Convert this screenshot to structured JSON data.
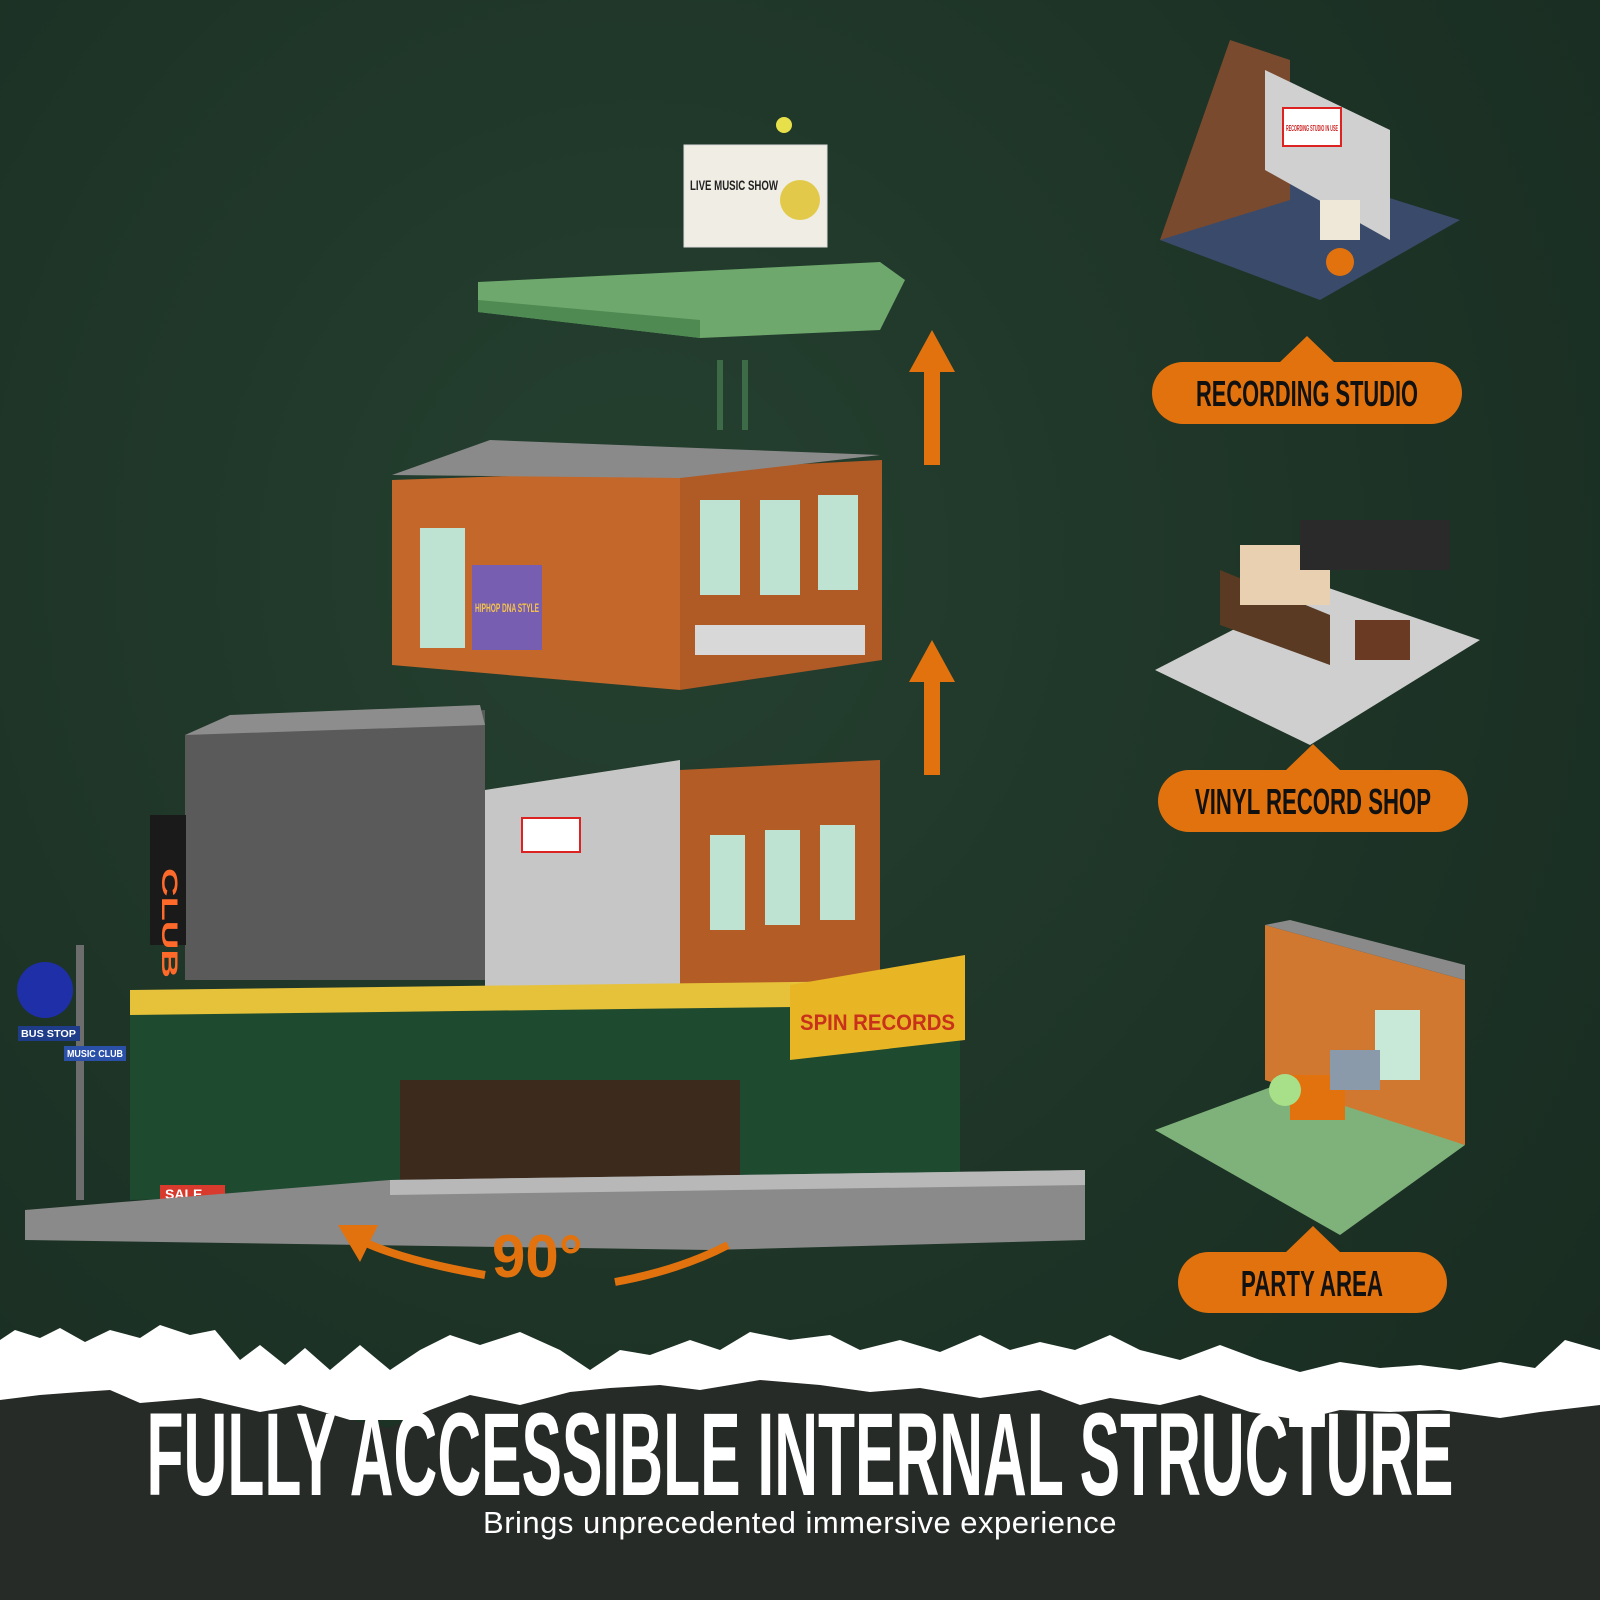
{
  "labels": {
    "recording_studio": "RECORDING STUDIO",
    "vinyl_record_shop": "VINYL RECORD SHOP",
    "party_area": "PARTY AREA"
  },
  "rotation_label": "90°",
  "headline": "FULLY ACCESSIBLE INTERNAL STRUCTURE",
  "subheadline": "Brings unprecedented immersive experience",
  "model_signage": {
    "billboard": "LIVE MUSIC SHOW",
    "club_sign": "CLUB",
    "shop_sign": "SPIN RECORDS",
    "bus_stop": "BUS STOP",
    "music_club": "MUSIC CLUB",
    "sale": "SALE",
    "graffiti": "HIPHOP DNA STYLE",
    "studio_sign": "RECORDING STUDIO IN USE"
  },
  "colors": {
    "background": "#1e3327",
    "accent_orange": "#e2720e",
    "bottom_band": "#272b28",
    "text": "#ffffff"
  }
}
